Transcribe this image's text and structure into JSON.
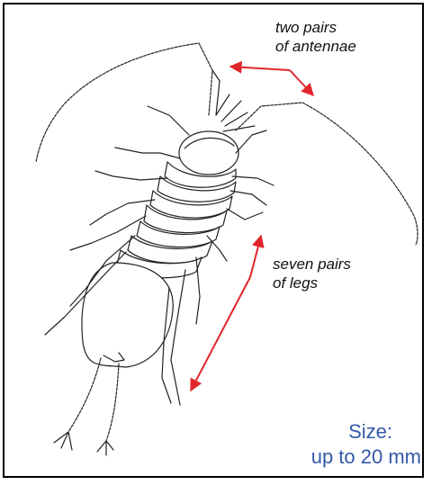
{
  "annotations": {
    "antennae": {
      "line1": "two pairs",
      "line2": "of antennae"
    },
    "legs": {
      "line1": "seven pairs",
      "line2": "of legs"
    }
  },
  "size": {
    "title": "Size:",
    "value": "up to 20 mm"
  },
  "colors": {
    "arrow": "#e0262a",
    "size_text": "#3358a8",
    "drawing": "#222222",
    "frame": "#000000"
  }
}
